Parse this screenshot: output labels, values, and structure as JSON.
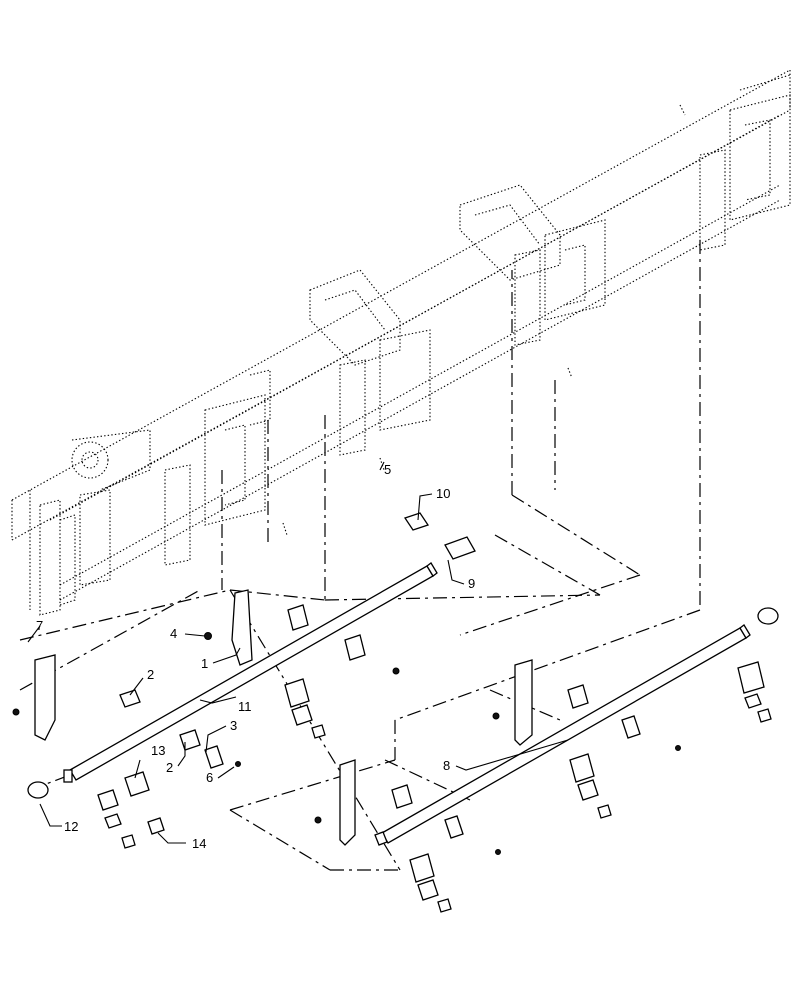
{
  "diagram": {
    "kind": "exploded-parts-view",
    "callouts": [
      {
        "id": "c1",
        "label": "1"
      },
      {
        "id": "c2a",
        "label": "2"
      },
      {
        "id": "c2b",
        "label": "2"
      },
      {
        "id": "c3",
        "label": "3"
      },
      {
        "id": "c4",
        "label": "4"
      },
      {
        "id": "c5",
        "label": "5"
      },
      {
        "id": "c6",
        "label": "6"
      },
      {
        "id": "c7",
        "label": "7"
      },
      {
        "id": "c8",
        "label": "8"
      },
      {
        "id": "c9",
        "label": "9"
      },
      {
        "id": "c10",
        "label": "10"
      },
      {
        "id": "c11",
        "label": "11"
      },
      {
        "id": "c12",
        "label": "12"
      },
      {
        "id": "c13",
        "label": "13"
      },
      {
        "id": "c14",
        "label": "14"
      }
    ]
  }
}
